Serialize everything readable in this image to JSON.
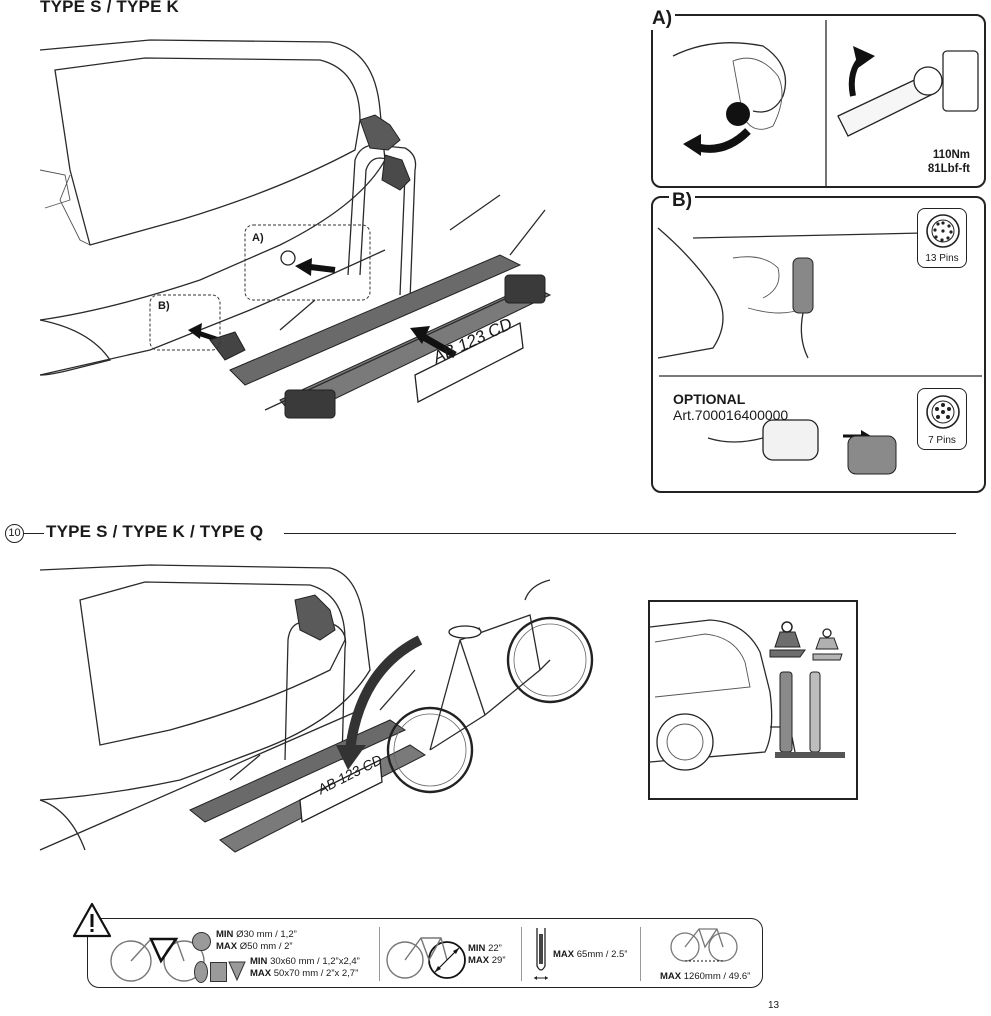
{
  "section_top": {
    "title": "TYPE S / TYPE K"
  },
  "detail_labels": {
    "a": "A)",
    "b": "B)"
  },
  "plate": {
    "text": "AB 123 CD"
  },
  "panel_a": {
    "label": "A)",
    "torque_nm": "110Nm",
    "torque_lbf": "81Lbf-ft"
  },
  "panel_b": {
    "label": "B)",
    "pins13": "13 Pins",
    "optional_label": "OPTIONAL",
    "optional_art": "Art.700016400000",
    "pins7": "7 Pins"
  },
  "section_10": {
    "number": "10",
    "title": "TYPE S / TYPE K / TYPE Q"
  },
  "warning": {
    "tube_round_min": "Ø30 mm / 1,2”",
    "tube_round_max": "Ø50 mm / 2”",
    "tube_rect_min": "30x60 mm / 1,2”x2,4”",
    "tube_rect_max": "50x70 mm / 2”x 2,7”",
    "wheel_min": "22”",
    "wheel_max": "29”",
    "tyre_max": "65mm / 2.5”",
    "wheelbase_max": "1260mm / 49.6”",
    "min_word": "MIN",
    "max_word": "MAX"
  },
  "page_number": "13",
  "colors": {
    "ink": "#1a1a1a",
    "grey_fill": "#9a9a9a",
    "light_grey": "#d8d8d8",
    "rack_dark": "#3a3a3a"
  }
}
